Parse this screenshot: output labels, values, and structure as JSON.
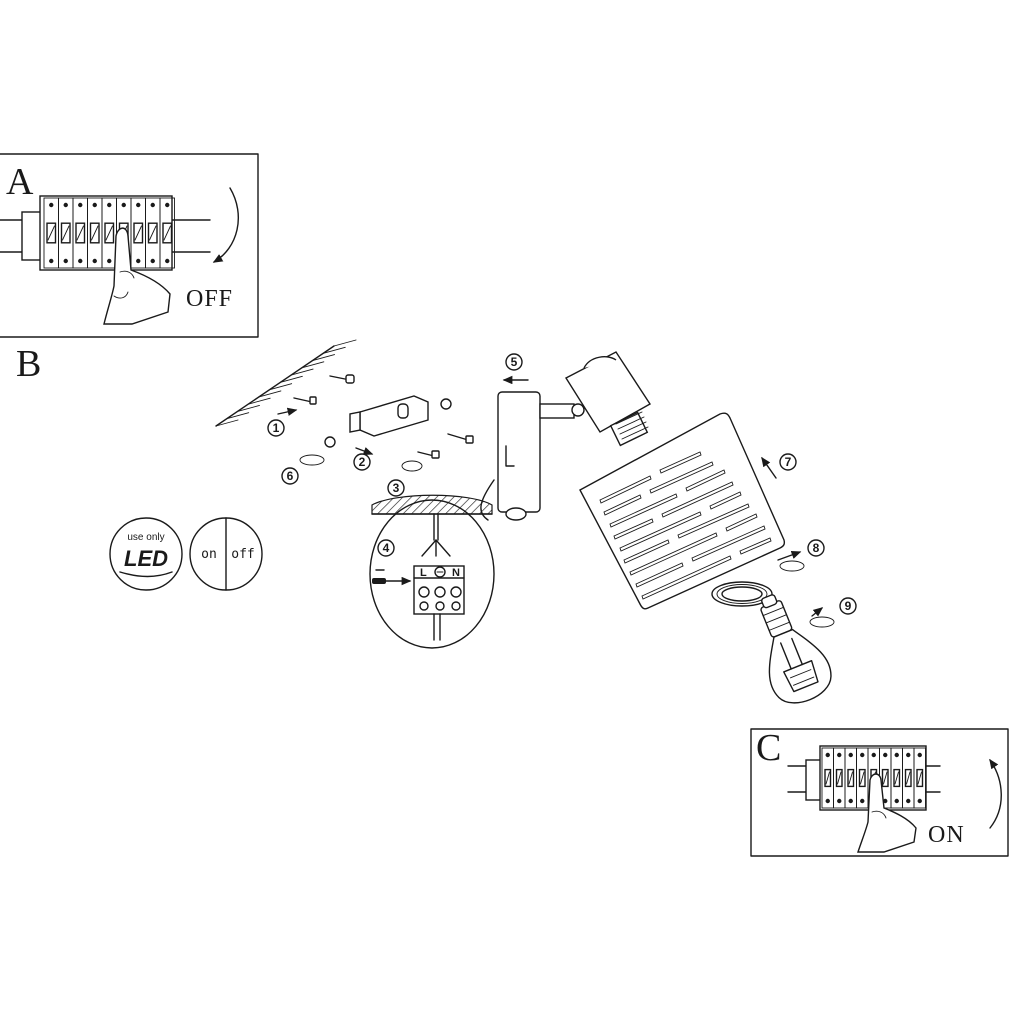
{
  "panels": {
    "a": {
      "letter": "A",
      "state": "OFF"
    },
    "b": {
      "letter": "B"
    },
    "c": {
      "letter": "C",
      "state": "ON"
    }
  },
  "steps": [
    "1",
    "2",
    "3",
    "4",
    "5",
    "6",
    "7",
    "8",
    "9"
  ],
  "terminals": [
    "L",
    "N"
  ],
  "badges": {
    "led": {
      "small": "use only",
      "big": "LED"
    },
    "switch": {
      "on": "on",
      "off": "off"
    }
  },
  "icons": [
    "breaker-panel-icon",
    "hand-icon",
    "ground-symbol-icon",
    "screwdriver-icon",
    "light-bulb-icon"
  ]
}
